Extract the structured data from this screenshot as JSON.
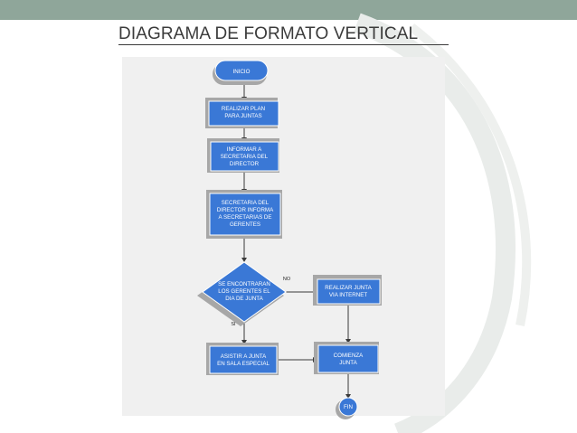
{
  "slide": {
    "title": "DIAGRAMA DE FORMATO VERTICAL"
  },
  "flowchart": {
    "start": "INICIO",
    "step_1": [
      "REALIZAR PLAN",
      "PARA JUNTAS"
    ],
    "step_2": [
      "INFORMAR A",
      "SECRETARIA DEL",
      "DIRECTOR"
    ],
    "step_3": [
      "SECRETARIA DEL",
      "DIRECTOR  INFORMA",
      "A SECRETARIAS DE",
      "GERENTES"
    ],
    "decision": [
      "SE ENCONTRARAN",
      "LOS GERENTES EL",
      "DIA DE JUNTA"
    ],
    "branch_no": "NO",
    "branch_si": "SI",
    "internet": [
      "REALIZAR JUNTA",
      "VIA INTERNET"
    ],
    "sala": [
      "ASISTIR A JUNTA",
      "EN SALA ESPECIAL"
    ],
    "comienza": [
      "COMIENZA",
      "JUNTA"
    ],
    "end": "FIN"
  },
  "colors": {
    "header_bar": "#8fa69a",
    "node_fill": "#3a78d6",
    "node_shadow": "#a7a7a7",
    "panel": "#f0f0f0"
  }
}
